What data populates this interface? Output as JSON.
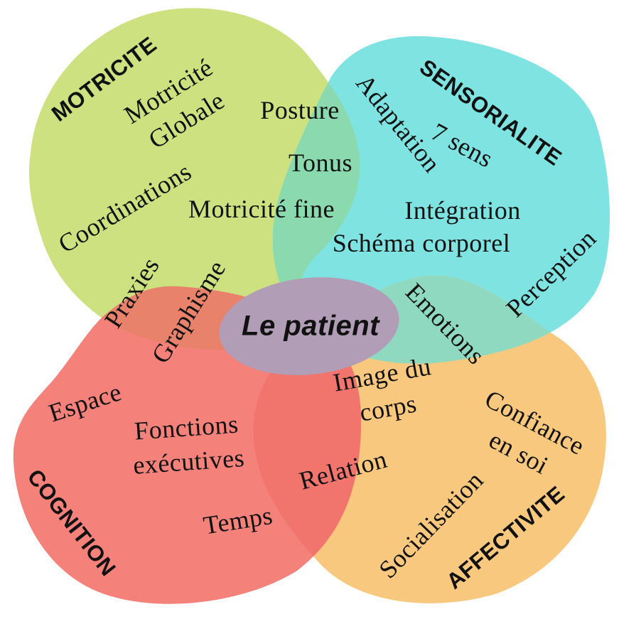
{
  "diagram_subject": "Le patient",
  "center": {
    "label": "Le patient",
    "color": "#b19db6"
  },
  "domains": [
    {
      "title": "MOTRICITE",
      "color": "#cde181",
      "terms": [
        "Motricité Globale",
        "Posture",
        "Tonus",
        "Coordinations",
        "Motricité fine",
        "Praxies",
        "Graphisme"
      ]
    },
    {
      "title": "SENSORIALITE",
      "color": "#7ee3e1",
      "terms": [
        "Adaptation",
        "7 sens",
        "Intégration",
        "Schéma corporel",
        "Perception",
        "Emotions"
      ]
    },
    {
      "title": "COGNITION",
      "color": "#f5817b",
      "terms": [
        "Espace",
        "Fonctions exécutives",
        "Temps"
      ]
    },
    {
      "title": "AFFECTIVITE",
      "color": "#f9c87f",
      "terms": [
        "Image du corps",
        "Relation",
        "Confiance en soi",
        "Socialisation"
      ]
    }
  ],
  "overlap_colors": {
    "green_cyan": "#8bd9ae",
    "cyan_orange": "#90d9c1",
    "green_red": "#e8826b",
    "red_orange": "#f1746d"
  },
  "text_color": "#111111"
}
